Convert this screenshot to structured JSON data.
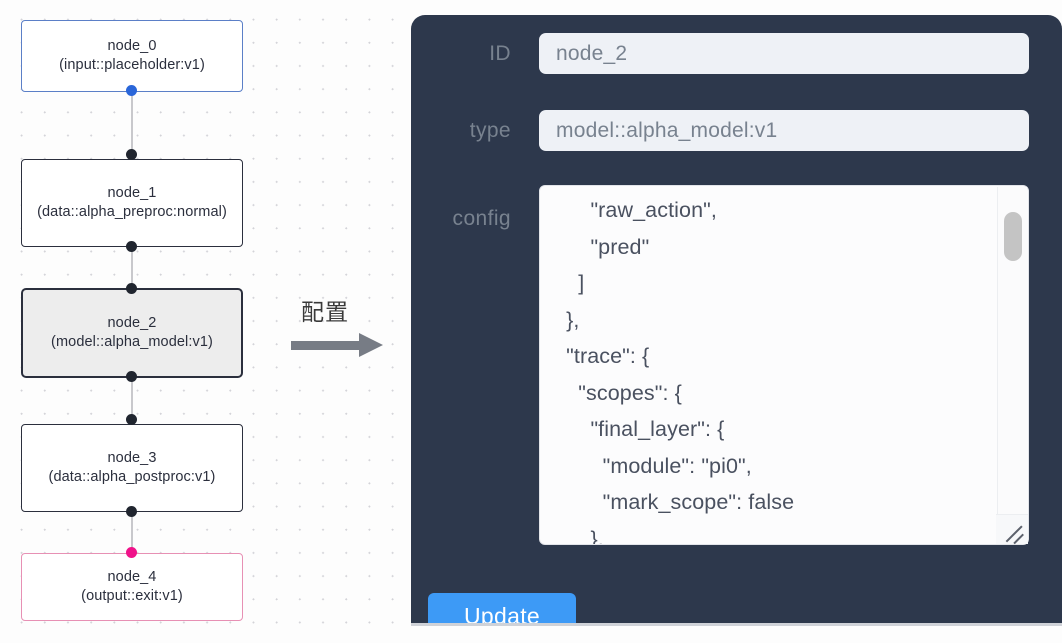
{
  "graph": {
    "nodes": [
      {
        "id": "node_0",
        "title": "node_0",
        "subtitle": "(input::placeholder:v1)",
        "text": "node_0\n(input::placeholder:v1)",
        "theme": "input"
      },
      {
        "id": "node_1",
        "title": "node_1",
        "subtitle": "(data::alpha_preproc:normal)",
        "text": "node_1\n(data::alpha_preproc:normal)",
        "theme": "default"
      },
      {
        "id": "node_2",
        "title": "node_2",
        "subtitle": "(model::alpha_model:v1)",
        "text": "node_2\n(model::alpha_model:v1)",
        "theme": "selected"
      },
      {
        "id": "node_3",
        "title": "node_3",
        "subtitle": "(data::alpha_postproc:v1)",
        "text": "node_3\n(data::alpha_postproc:v1)",
        "theme": "default"
      },
      {
        "id": "node_4",
        "title": "node_4",
        "subtitle": "(output::exit:v1)",
        "text": "node_4\n(output::exit:v1)",
        "theme": "output"
      }
    ],
    "edges": [
      {
        "from": "node_0",
        "to": "node_1"
      },
      {
        "from": "node_1",
        "to": "node_2"
      },
      {
        "from": "node_2",
        "to": "node_3"
      },
      {
        "from": "node_3",
        "to": "node_4"
      }
    ],
    "colors": {
      "input_border": "#5b7fc7",
      "output_border": "#e790b4",
      "default_border": "#2b2f3d",
      "selected_fill": "#ededed",
      "edge": "#c8c8cc",
      "port_default": "#20252f",
      "port_input": "#2a66d9",
      "port_output": "#f0128a"
    }
  },
  "transition": {
    "label": "配置",
    "arrow_icon": "right-arrow-icon"
  },
  "config_panel": {
    "fields": [
      {
        "key": "id",
        "label": "ID",
        "value": "node_2",
        "placeholder": "node_2"
      },
      {
        "key": "type",
        "label": "type",
        "value": "model::alpha_model:v1",
        "placeholder": "model::alpha_model:v1"
      }
    ],
    "config": {
      "label": "config",
      "value": "      \"raw_action\",\n      \"pred\"\n    ]\n  },\n  \"trace\": {\n    \"scopes\": {\n      \"final_layer\": {\n        \"module\": \"pi0\",\n        \"mark_scope\": false\n      },\n      \"action_model\": {",
      "scrollbar": "vertical-scrollbar",
      "resize_handle": "resize-grip-icon"
    },
    "update_label": "Update",
    "colors": {
      "panel_bg": "#2d384c",
      "input_bg": "#eef1f6",
      "label_text": "#78828f",
      "button_bg": "#3d9af6",
      "button_text": "#ffffff"
    }
  }
}
